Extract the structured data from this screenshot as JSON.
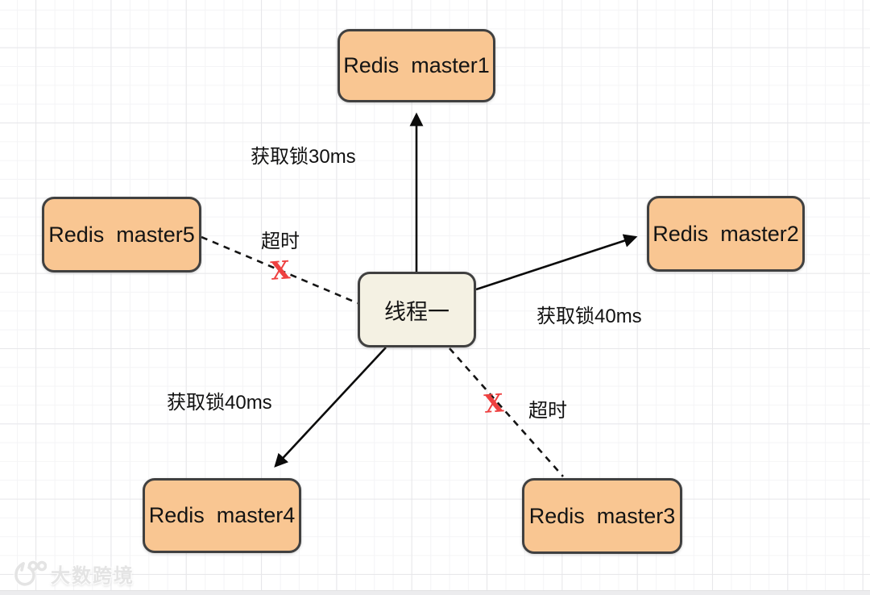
{
  "diagram": {
    "center_node": {
      "label": "线程一"
    },
    "nodes": {
      "master1": {
        "label": "Redis  master1"
      },
      "master2": {
        "label": "Redis  master2"
      },
      "master3": {
        "label": "Redis  master3"
      },
      "master4": {
        "label": "Redis  master4"
      },
      "master5": {
        "label": "Redis  master5"
      }
    },
    "edge_labels": {
      "to_master1": "获取锁30ms",
      "to_master2": "获取锁40ms",
      "to_master4": "获取锁40ms",
      "timeout_left": "超时",
      "timeout_right": "超时"
    },
    "fail_mark": "X",
    "colors": {
      "node_fill": "#f9c692",
      "node_border": "#404040",
      "center_node_fill": "#f4f1e3",
      "fail_mark_red": "#ee4040",
      "edge_line": "#0b0b0b"
    }
  },
  "watermark": {
    "text": "大数跨境"
  }
}
